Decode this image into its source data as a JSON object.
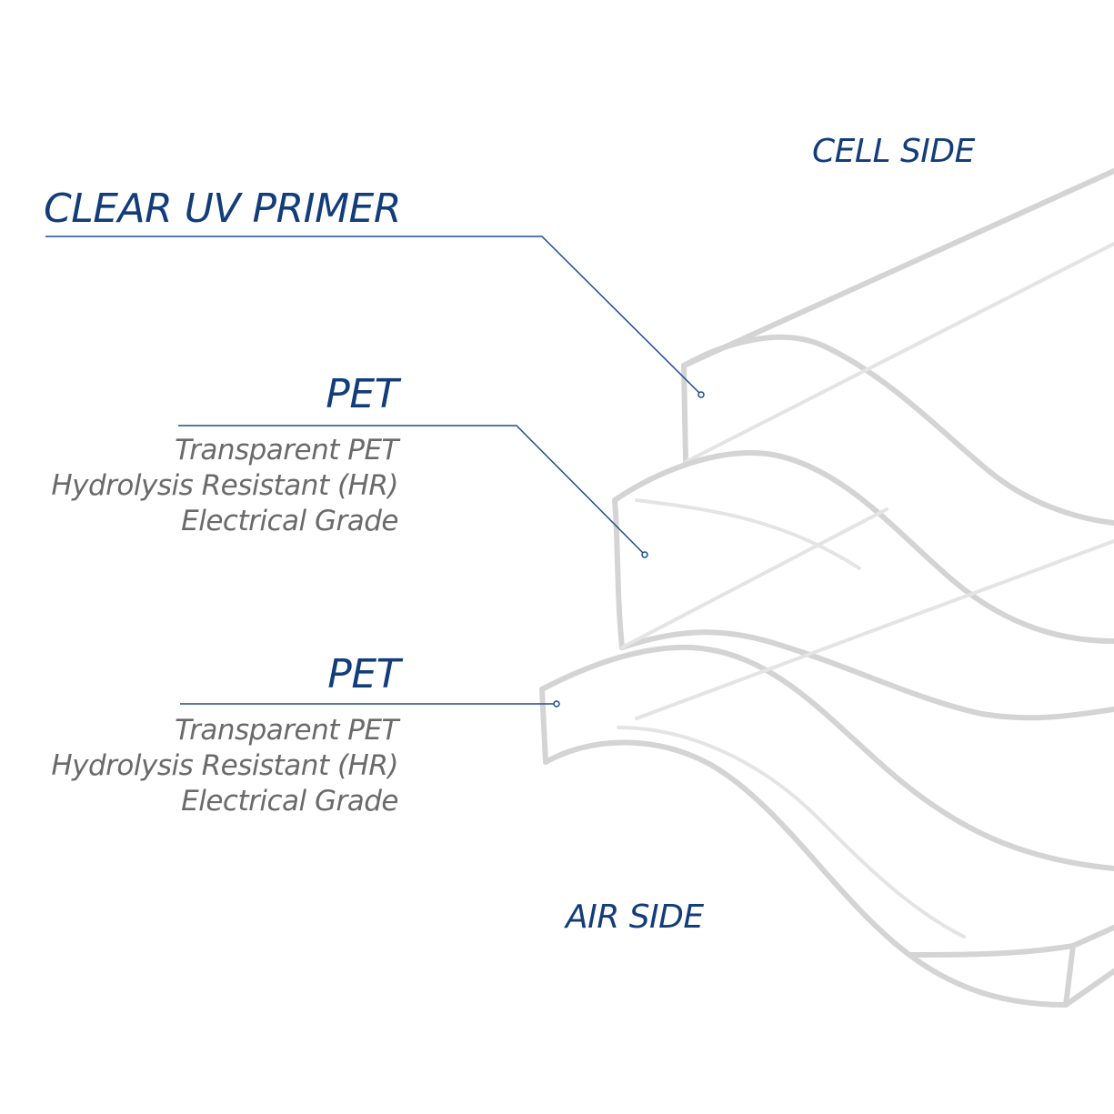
{
  "sides": {
    "top": "CELL SIDE",
    "bottom": "AIR SIDE"
  },
  "layers": [
    {
      "title": "CLEAR UV PRIMER",
      "details": []
    },
    {
      "title": "PET",
      "details": [
        "Transparent PET",
        "Hydrolysis Resistant (HR)",
        "Electrical Grade"
      ]
    },
    {
      "title": "PET",
      "details": [
        "Transparent PET",
        "Hydrolysis Resistant (HR)",
        "Electrical Grade"
      ]
    }
  ],
  "colors": {
    "label_blue": "#123d7a",
    "detail_gray": "#6a6a6a",
    "layer_outline": "#d2d2d2",
    "leader_line": "#1c4e8c"
  }
}
